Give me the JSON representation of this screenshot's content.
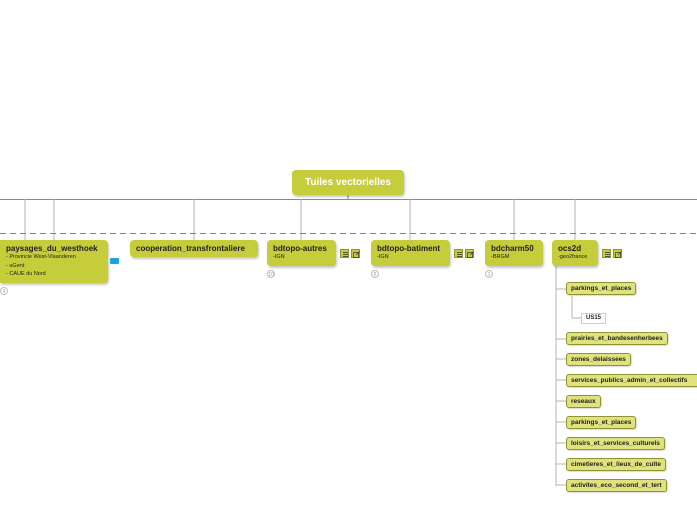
{
  "root": {
    "label": "Tuiles vectorielles"
  },
  "categories": [
    {
      "title": "paysages_du_westhoek",
      "subs": [
        "- Provincie West-Vlaanderen",
        "- uGent",
        "- CAUE du Nord"
      ]
    },
    {
      "title": "cooperation_transfrontaliere",
      "subs": []
    },
    {
      "title": "bdtopo-autres",
      "subs": [
        "-IGN"
      ]
    },
    {
      "title": "bdtopo-batiment",
      "subs": [
        "-IGN"
      ]
    },
    {
      "title": "bdcharm50",
      "subs": [
        "-BRGM"
      ]
    },
    {
      "title": "ocs2d",
      "subs": [
        "-geo2france"
      ]
    }
  ],
  "ocs2d_children": [
    "parkings_et_places",
    "prairies_et_bandesenherbees",
    "zones_delaissees",
    "services_publics_admin_et_collectifs",
    "reseaux",
    "parkings_et_places",
    "loisirs_et_services_culturels",
    "cimetieres_et_lieux_de_culte",
    "activites_eco_second_et_tert"
  ],
  "ocs2d_grandchild": "US15",
  "counts": {
    "paysages": "4",
    "bdtopo_autres": "10",
    "bdtopo_batiment": "2",
    "bdcharm50": "1"
  },
  "icons": [
    "notes-icon",
    "link-icon",
    "tag-icon"
  ],
  "colors": {
    "node": "#c5cd3a",
    "leaf": "#dfe27e",
    "dashed_line": "#19a3e0",
    "connector": "#b5b5b5"
  }
}
